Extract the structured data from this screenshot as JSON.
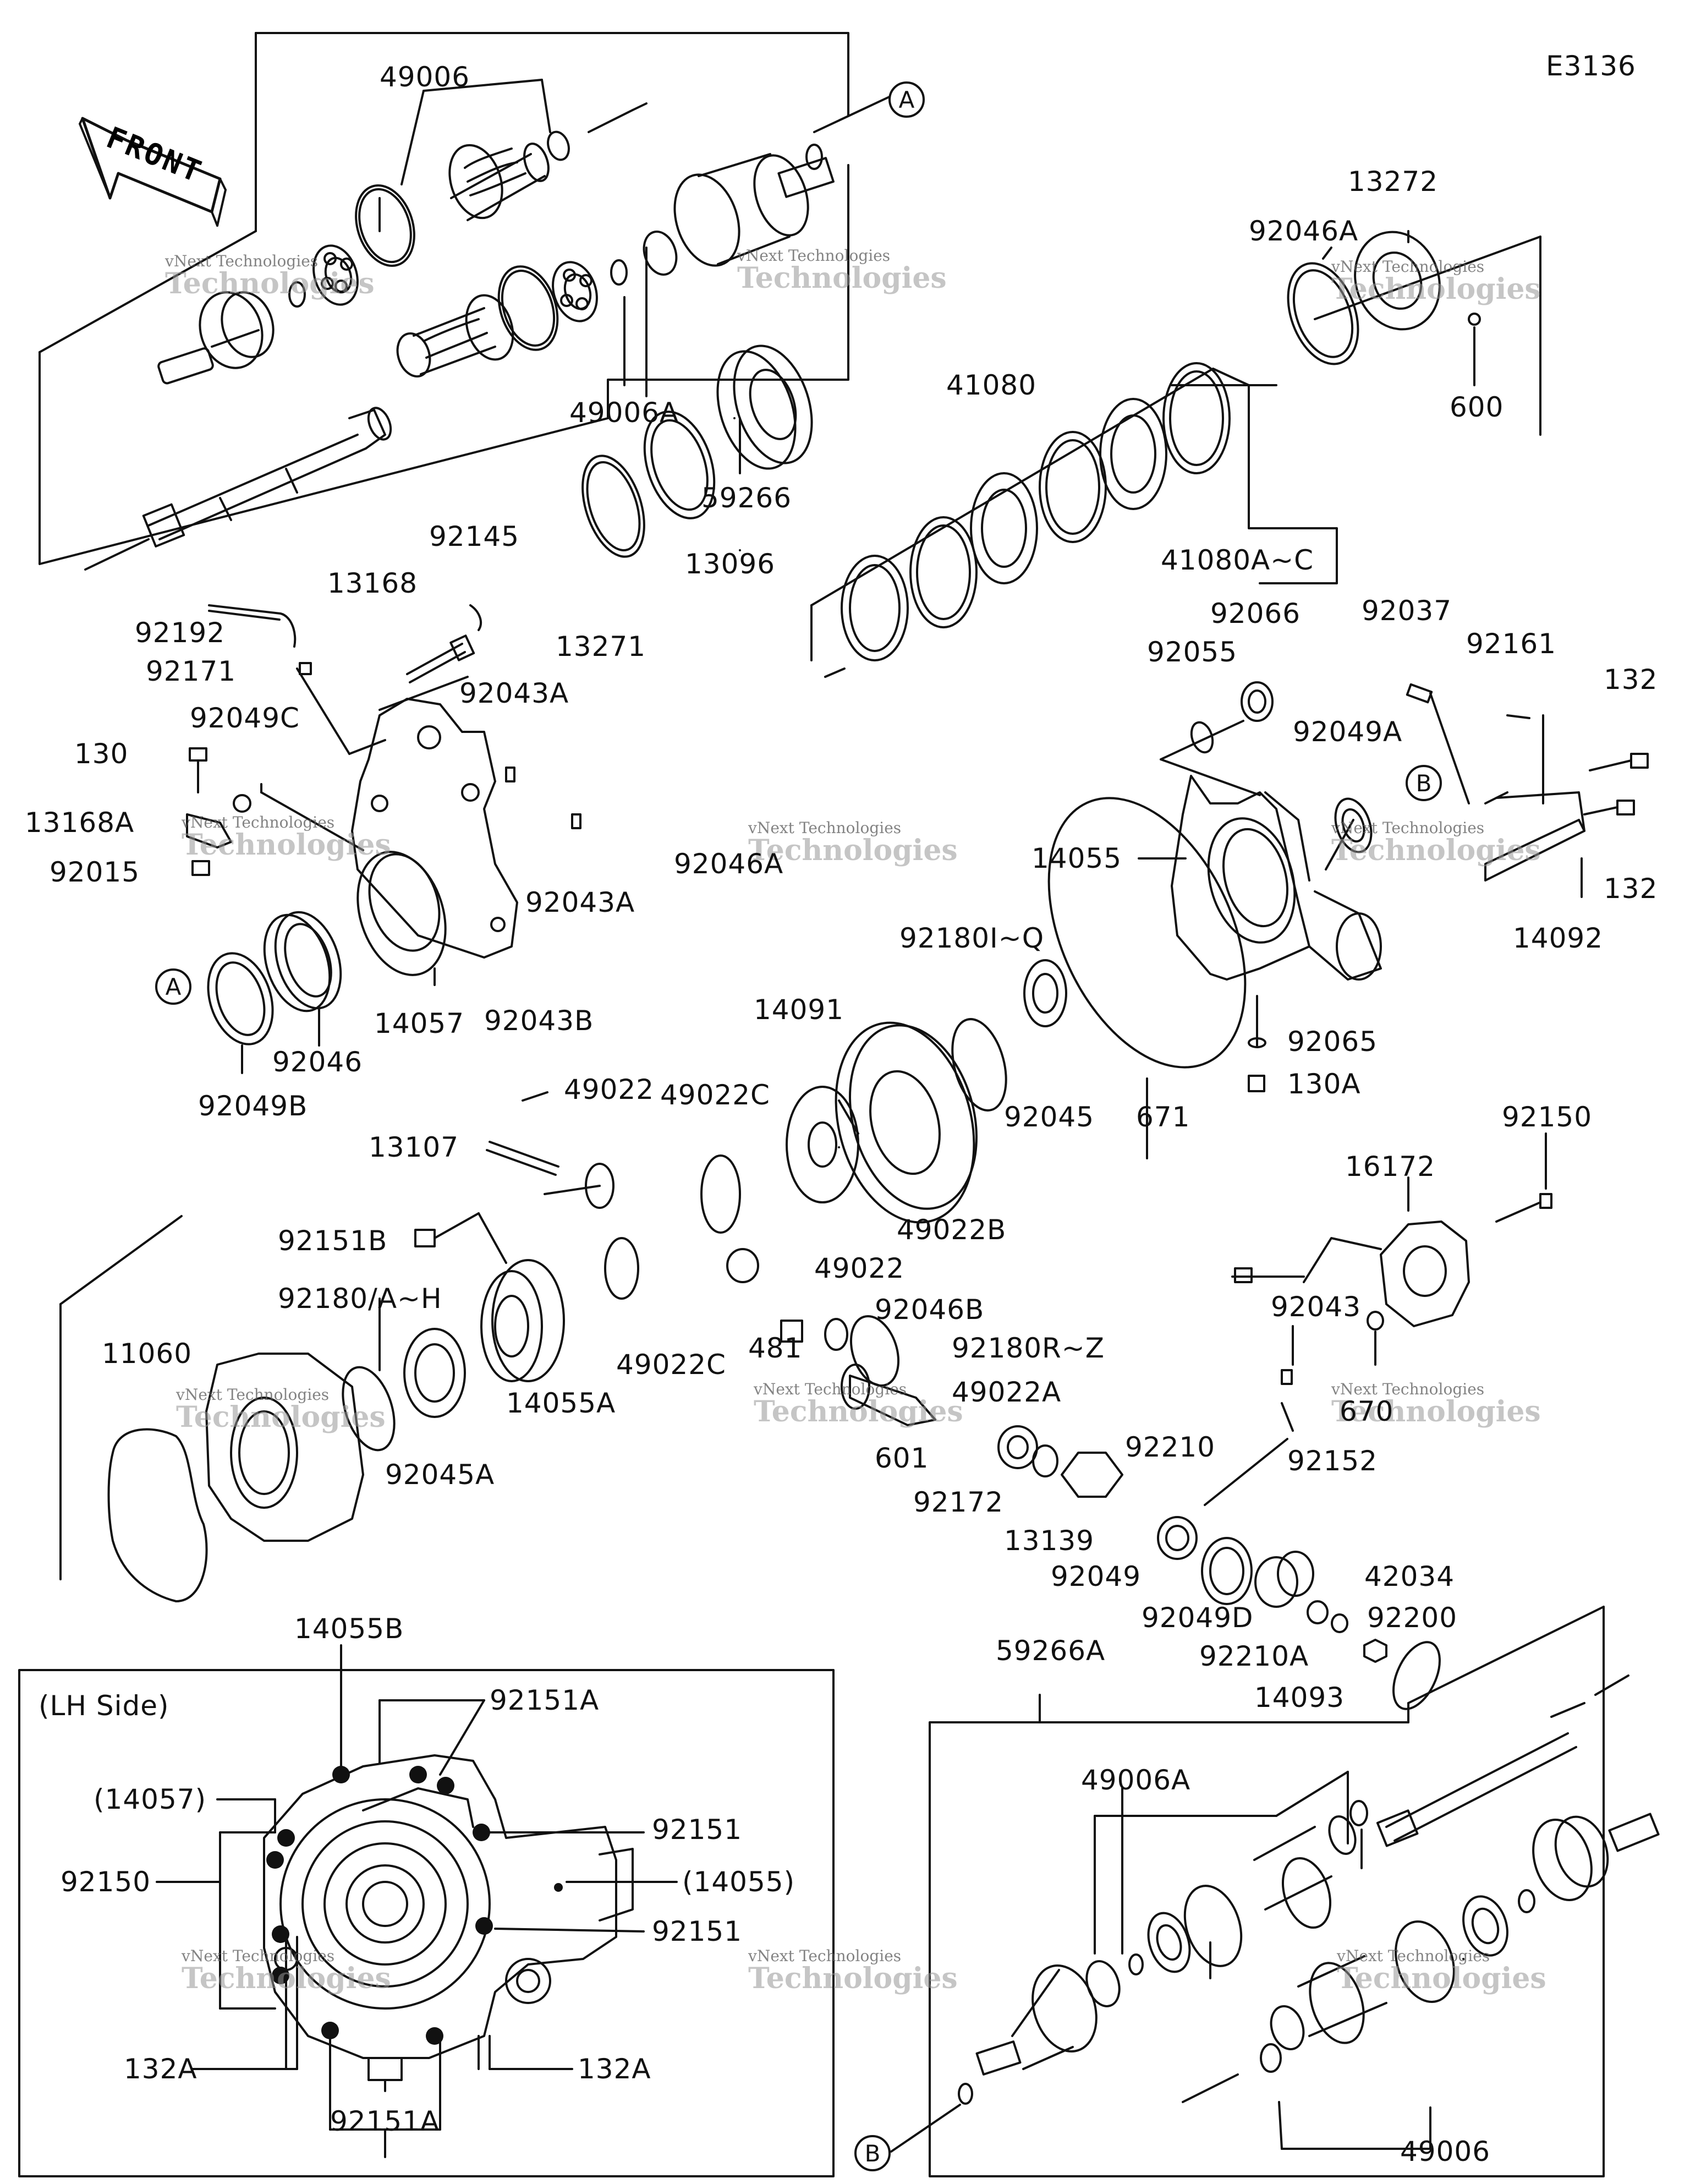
{
  "diagram_code": "E3136",
  "front_label": "FRONT",
  "lh_side_label": "(LH Side)",
  "watermark": {
    "line1": "vNext Technologies",
    "line2": "vNext",
    "line3": "Technologies"
  },
  "callouts": {
    "a": "A",
    "b": "B"
  },
  "parts": {
    "p49006_top": "49006",
    "p49006a_top": "49006A",
    "p59266": "59266",
    "p92046a_top": "92046A",
    "p13272": "13272",
    "p600": "600",
    "p41080": "41080",
    "p41080a": "41080A~C",
    "p92145": "92145",
    "p13168": "13168",
    "p13096": "13096",
    "p92192": "92192",
    "p92171": "92171",
    "p13271": "13271",
    "p92043a_1": "92043A",
    "p92049c": "92049C",
    "p130": "130",
    "p13168a": "13168A",
    "p92015": "92015",
    "p92043a_2": "92043A",
    "p92046a_mid": "92046A",
    "p92066": "92066",
    "p92055": "92055",
    "p92037": "92037",
    "p92161": "92161",
    "p132_1": "132",
    "p92049a": "92049A",
    "p14055": "14055",
    "p132_2": "132",
    "p14092": "14092",
    "p92180iq": "92180I~Q",
    "p14057": "14057",
    "p92046": "92046",
    "p92049b": "92049B",
    "p92065": "92065",
    "p130a": "130A",
    "p14091": "14091",
    "p92043b": "92043B",
    "p49022_1": "49022",
    "p49022c_1": "49022C",
    "p92045": "92045",
    "p671": "671",
    "p13107": "13107",
    "p49022b": "49022B",
    "p92150_r": "92150",
    "p16172": "16172",
    "p92151b": "92151B",
    "p49022_2": "49022",
    "p92180ah": "92180/A~H",
    "p11060": "11060",
    "p92046b": "92046B",
    "p481": "481",
    "p92180rz": "92180R~Z",
    "p49022c_2": "49022C",
    "p92043": "92043",
    "p49022a": "49022A",
    "p670": "670",
    "p92045a": "92045A",
    "p14055a": "14055A",
    "p601": "601",
    "p92210": "92210",
    "p92152": "92152",
    "p92172": "92172",
    "p13139": "13139",
    "p42034": "42034",
    "p92049": "92049",
    "p92049d": "92049D",
    "p92200": "92200",
    "p92210a": "92210A",
    "p14055b": "14055B",
    "p59266a": "59266A",
    "p14093": "14093",
    "p92151a_top": "92151A",
    "p14057_lh": "(14057)",
    "p92151_1": "92151",
    "p92150_lh": "92150",
    "p14055_lh": "(14055)",
    "p92151_2": "92151",
    "p132a_l": "132A",
    "p132a_r": "132A",
    "p92151a_bot": "92151A",
    "p49006a_bot": "49006A",
    "p49006_bot": "49006"
  }
}
